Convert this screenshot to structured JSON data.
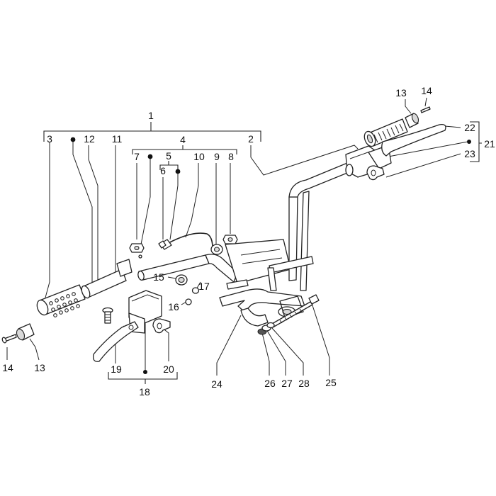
{
  "labels": {
    "l1": "1",
    "l2": "2",
    "l3": "3",
    "l4": "4",
    "l5": "5",
    "l6": "6",
    "l7": "7",
    "l8": "8",
    "l9": "9",
    "l10": "10",
    "l11": "11",
    "l12": "12",
    "l13a": "13",
    "l13b": "13",
    "l14a": "14",
    "l14b": "14",
    "l15": "15",
    "l16": "16",
    "l17": "17",
    "l18": "18",
    "l19": "19",
    "l20": "20",
    "l21": "21",
    "l22": "22",
    "l23": "23",
    "l24": "24",
    "l25": "25",
    "l26": "26",
    "l27": "27",
    "l28": "28"
  }
}
